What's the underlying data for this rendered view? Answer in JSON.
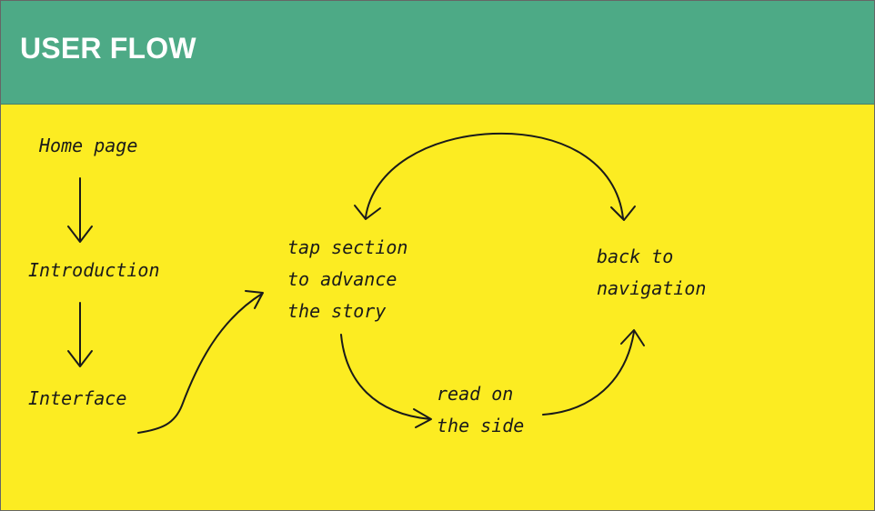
{
  "header": {
    "title": "USER FLOW",
    "background": "#4daa86"
  },
  "canvas": {
    "background": "#fcec22"
  },
  "nodes": {
    "home_page": {
      "lines": [
        "Home page"
      ]
    },
    "introduction": {
      "lines": [
        "Introduction"
      ]
    },
    "interface": {
      "lines": [
        "Interface"
      ]
    },
    "tap_section": {
      "lines": [
        "tap section",
        "to advance",
        "the story"
      ]
    },
    "back_to_navigation": {
      "lines": [
        "back to",
        "navigation"
      ]
    },
    "read_on_side": {
      "lines": [
        "read on",
        "the side"
      ]
    }
  },
  "arrows": [
    {
      "from": "home_page",
      "to": "introduction"
    },
    {
      "from": "introduction",
      "to": "interface"
    },
    {
      "from": "interface",
      "to": "tap_section"
    },
    {
      "from": "tap_section",
      "to": "back_to_navigation"
    },
    {
      "from": "back_to_navigation",
      "to": "tap_section"
    },
    {
      "from": "tap_section",
      "to": "read_on_side"
    },
    {
      "from": "read_on_side",
      "to": "back_to_navigation"
    }
  ]
}
